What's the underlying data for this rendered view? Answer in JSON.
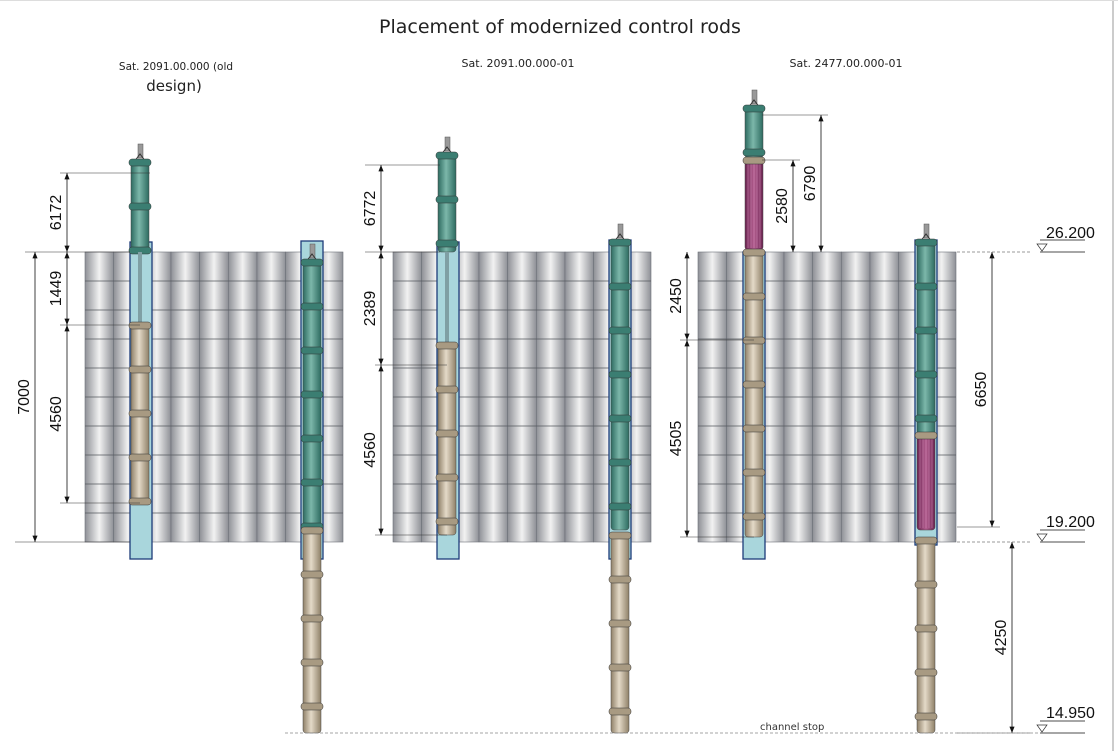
{
  "title": "Placement of modernized control rods",
  "panels": [
    {
      "subtitle_line1": "Sat. 2091.00.000 (old",
      "subtitle_line2": "design)",
      "dims": [
        "6172",
        "1449",
        "4560",
        "7000"
      ]
    },
    {
      "subtitle": "Sat. 2091.00.000-01",
      "dims": [
        "6772",
        "2389",
        "4560"
      ]
    },
    {
      "subtitle": "Sat. 2477.00.000-01",
      "dims": [
        "6790",
        "2580",
        "2450",
        "4505",
        "6650",
        "4250"
      ]
    }
  ],
  "levels": [
    "26.200",
    "19.200",
    "14.950"
  ],
  "channel_stop": "channel stop",
  "colors": {
    "green": "#3f8a7c",
    "tan": "#b9a98e",
    "purple": "#8a3a6a",
    "channel": "#a9d6dc",
    "core": "#a9abb0"
  }
}
